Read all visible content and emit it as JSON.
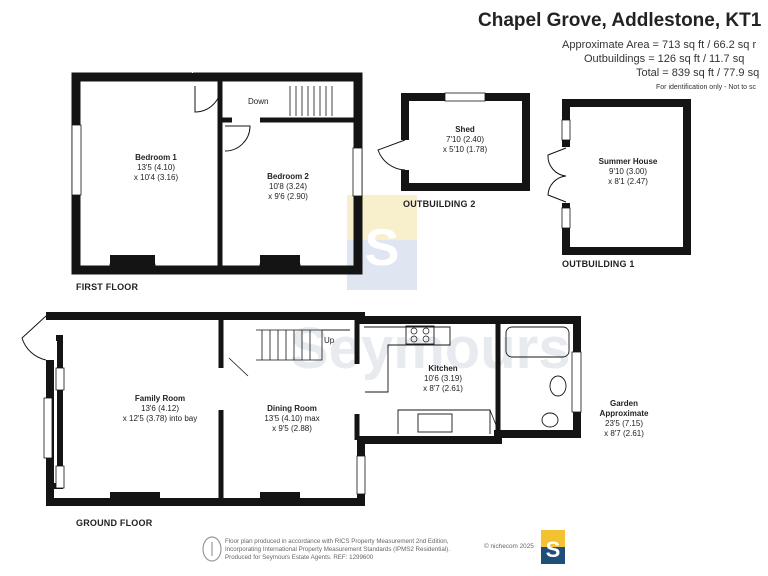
{
  "header": {
    "title": "Chapel Grove, Addlestone, KT1",
    "area_lines": [
      "Approximate Area = 713 sq ft / 66.2 sq r",
      "Outbuildings = 126 sq ft / 11.7 sq",
      "Total = 839 sq ft / 77.9 sq"
    ],
    "note": "For identification only - Not to sc"
  },
  "floors": {
    "first": "FIRST FLOOR",
    "ground": "GROUND FLOOR",
    "outbuilding1": "OUTBUILDING 1",
    "outbuilding2": "OUTBUILDING 2"
  },
  "rooms": {
    "bedroom1": {
      "name": "Bedroom 1",
      "dim1": "13'5 (4.10)",
      "dim2": "x 10'4 (3.16)"
    },
    "bedroom2": {
      "name": "Bedroom 2",
      "dim1": "10'8 (3.24)",
      "dim2": "x 9'6 (2.90)"
    },
    "shed": {
      "name": "Shed",
      "dim1": "7'10 (2.40)",
      "dim2": "x 5'10 (1.78)"
    },
    "summer_house": {
      "name": "Summer House",
      "dim1": "9'10 (3.00)",
      "dim2": "x 8'1 (2.47)"
    },
    "family_room": {
      "name": "Family Room",
      "dim1": "13'6 (4.12)",
      "dim2": "x 12'5 (3.78) into bay"
    },
    "dining_room": {
      "name": "Dining Room",
      "dim1": "13'5 (4.10) max",
      "dim2": "x 9'5 (2.88)"
    },
    "kitchen": {
      "name": "Kitchen",
      "dim1": "10'6 (3.19)",
      "dim2": "x 8'7 (2.61)"
    },
    "garden": {
      "name": "Garden",
      "name2": "Approximate",
      "dim1": "23'5 (7.15)",
      "dim2": "x 8'7 (2.61)"
    }
  },
  "stairs": {
    "down": "Down",
    "up": "Up"
  },
  "watermark": "Seymours",
  "footer": {
    "lines": [
      "Floor plan produced in accordance with RICS Property Measurement 2nd Edition,",
      "Incorporating International Property Measurement Standards (IPMS2 Residential).",
      "Produced for Seymours Estate Agents.   REF: 1299600"
    ],
    "credit": "© nichecom 2025",
    "logo_letter": "S"
  },
  "colors": {
    "wall": "#141414",
    "logo_blue": "#1f4e79",
    "logo_yellow": "#f2c230",
    "watermark": "#b8c2cc"
  }
}
